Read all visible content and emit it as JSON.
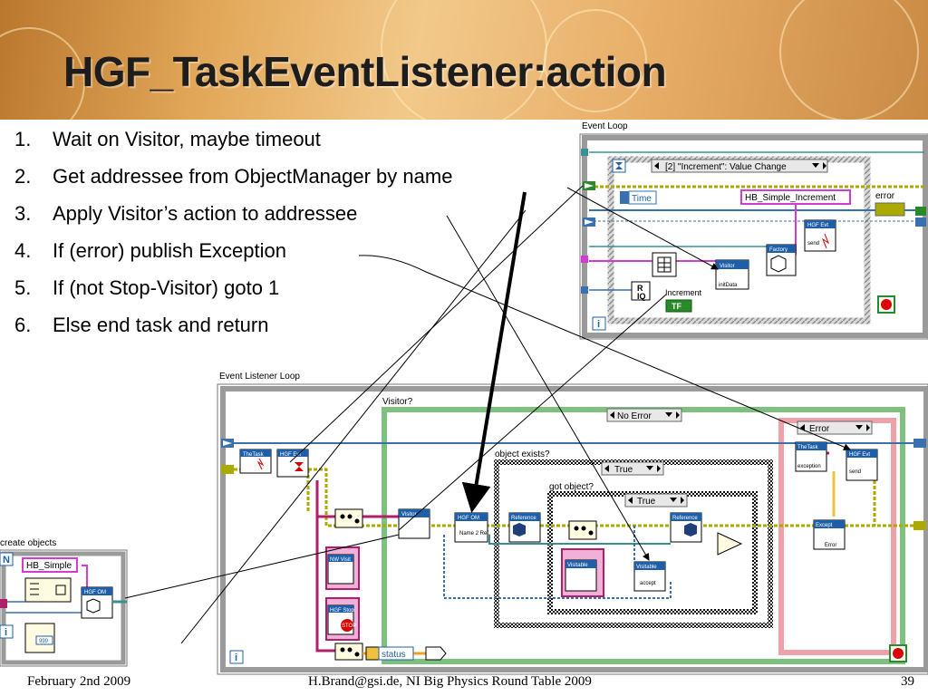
{
  "slide": {
    "title": "HGF_TaskEventListener:action",
    "steps": [
      {
        "num": "1.",
        "text": "Wait on Visitor, maybe timeout"
      },
      {
        "num": "2.",
        "text": "Get addressee from ObjectManager by name"
      },
      {
        "num": "3.",
        "text": "Apply Visitor’s action to addressee"
      },
      {
        "num": "4.",
        "text": "If (error) publish Exception"
      },
      {
        "num": "5.",
        "text": "If (not Stop-Visitor) goto 1"
      },
      {
        "num": "6.",
        "text": "Else end task and return"
      }
    ],
    "footer": {
      "date": "February 2nd 2009",
      "author": "H.Brand@gsi.de, NI Big Physics Round Table 2009",
      "page": "39"
    }
  },
  "event_loop": {
    "caption": "Event Loop",
    "case_selector": "[2] \"Increment\": Value Change",
    "time_label": "Time",
    "string_const": "HB_Simple_Increment",
    "error_label": "error",
    "increment_label": "Increment",
    "tf_label": "TF",
    "i_label": "i",
    "factory_label": "Factory",
    "send_label": "send",
    "hgf_evt_label": "HGF Evt",
    "visitor_label": "Visitor",
    "init_data_label": "initData"
  },
  "listener_loop": {
    "caption": "Event Listener Loop",
    "visitor_case": "Visitor?",
    "no_error_selector": "No Error",
    "error_selector": "Error",
    "object_exists": "object exists?",
    "got_object": "got object?",
    "true_selector": "True",
    "the_task": "TheTask",
    "hgf_evt": "HGF Evt",
    "visitor": "Visitor",
    "hgf_om": "HGF OM",
    "name_2_ref": "Name 2 Ref.",
    "reference": "Reference",
    "visitable": "Visitable",
    "accept": "accept",
    "nw_visit": "NW Visit",
    "hgf_stop": "HGF Stop",
    "stop_sign": "STOP",
    "status": "status",
    "exception": "exception",
    "except": "Except",
    "error": "Error",
    "send": "send",
    "i_label": "i"
  },
  "create_objects": {
    "caption": "create objects",
    "n_label": "N",
    "string_const": "HB_Simple",
    "hgf_om": "HGF OM",
    "value": "999",
    "i_label": "i"
  }
}
